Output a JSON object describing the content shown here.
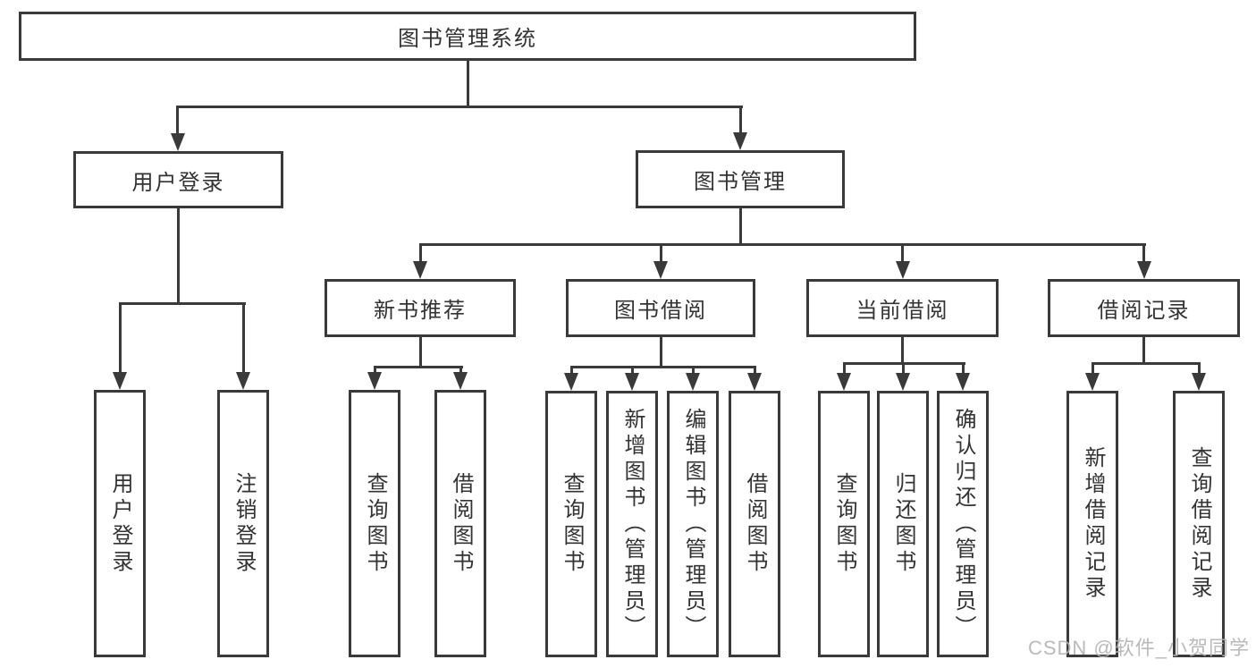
{
  "title": "图书管理系统",
  "level2": [
    {
      "label": "用户登录",
      "children": [
        "用户登录",
        "注销登录"
      ]
    },
    {
      "label": "图书管理"
    }
  ],
  "level3": [
    {
      "label": "新书推荐",
      "children": [
        "查询图书",
        "借阅图书"
      ]
    },
    {
      "label": "图书借阅",
      "children": [
        "查询图书",
        "新增图书（管理员）",
        "编辑图书（管理员）",
        "借阅图书"
      ]
    },
    {
      "label": "当前借阅",
      "children": [
        "查询图书",
        "归还图书",
        "确认归还（管理员）"
      ]
    },
    {
      "label": "借阅记录",
      "children": [
        "新增借阅记录",
        "查询借阅记录"
      ]
    }
  ],
  "watermark": {
    "text": "CSDN @软件_小贺同学"
  },
  "colors": {
    "line": "#3a3a3a",
    "text": "#333333",
    "watermark": "#b3b3b3",
    "background": "#ffffff"
  }
}
